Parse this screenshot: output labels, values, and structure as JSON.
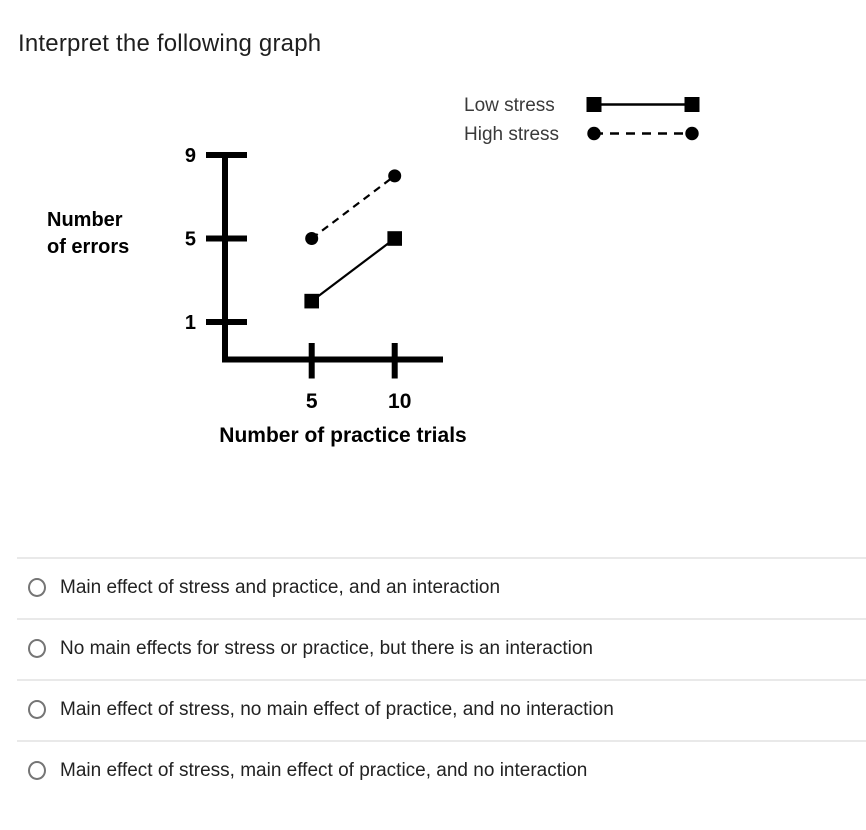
{
  "title": "Interpret the following graph",
  "chart_data": {
    "type": "line",
    "x": [
      5,
      10
    ],
    "xlabel": "Number of practice trials",
    "ylabel": "Number of errors",
    "ylabel_lines": [
      "Number",
      "of errors"
    ],
    "xticks": [
      5,
      10
    ],
    "yticks": [
      9,
      5,
      1
    ],
    "ylim": [
      1,
      9
    ],
    "grid": false,
    "legend_position": "top-right",
    "series": [
      {
        "name": "Low stress",
        "marker": "square",
        "line_style": "solid",
        "values": [
          2,
          5
        ]
      },
      {
        "name": "High stress",
        "marker": "circle",
        "line_style": "dashed",
        "values": [
          5,
          8
        ]
      }
    ]
  },
  "options": [
    {
      "label": "Main effect of stress and practice, and an interaction",
      "selected": false
    },
    {
      "label": "No main effects for stress or practice, but there is an interaction",
      "selected": false
    },
    {
      "label": "Main effect of stress, no main effect of practice, and no interaction",
      "selected": false
    },
    {
      "label": "Main effect of stress, main effect of practice, and no interaction",
      "selected": false
    }
  ],
  "colors": {
    "chart_ink": "#000000",
    "legend_text": "#3a3a3a",
    "divider": "#e9e9e9",
    "radio_border": "#757575",
    "option_text": "#222222",
    "background": "#ffffff"
  }
}
